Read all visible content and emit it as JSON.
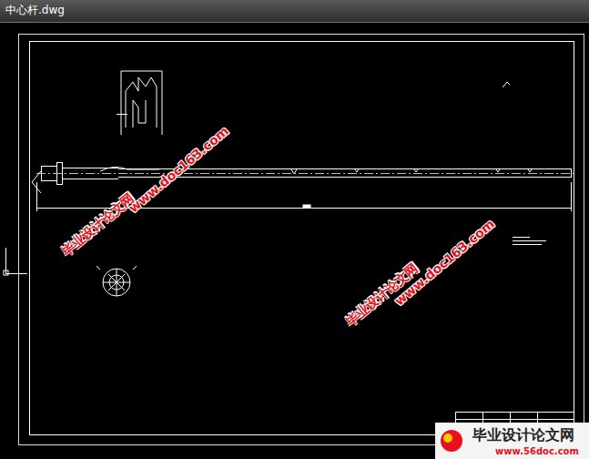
{
  "diagram": {
    "title": "中心杆.dwg",
    "labels": [
      "毕业设计论文网",
      "www.doc163.com",
      "毕业设计论文网",
      "www.doc163.com",
      "毕业设计论文网",
      "www.56doc.com"
    ]
  }
}
